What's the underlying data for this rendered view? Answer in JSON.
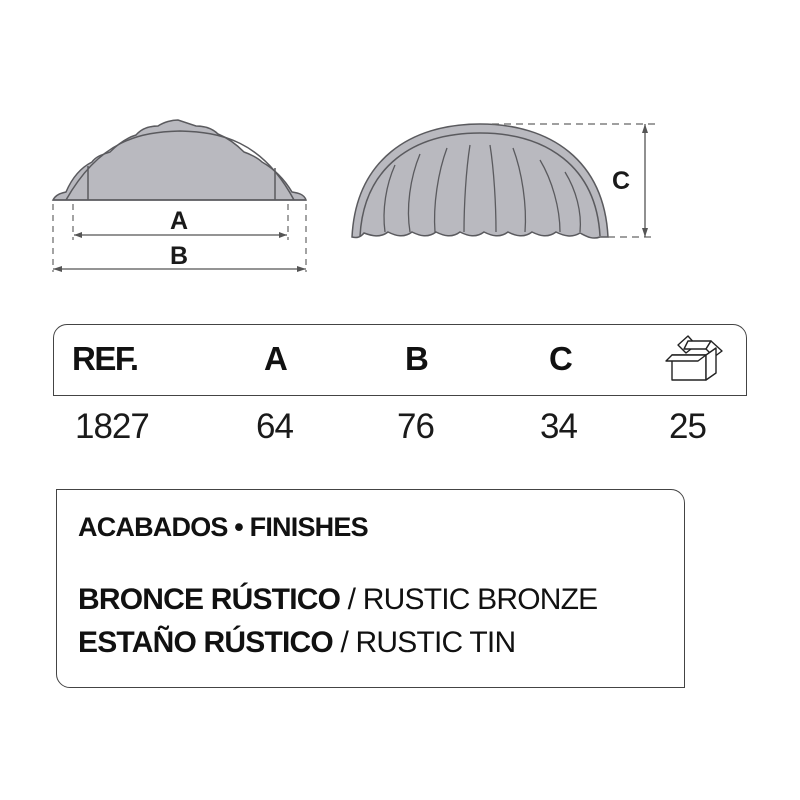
{
  "diagram": {
    "front_view": {
      "dimension_labels": {
        "a": "A",
        "b": "B"
      }
    },
    "side_view": {
      "dimension_labels": {
        "c": "C"
      }
    },
    "colors": {
      "fill": "#b9b9bf",
      "outline": "#5a5a5e",
      "dimension_line": "#555555",
      "text": "#1a1a1a"
    }
  },
  "ref_table": {
    "headers": {
      "ref": "REF.",
      "a": "A",
      "b": "B",
      "c": "C",
      "box_icon": "box-open-icon"
    },
    "row": {
      "ref": "1827",
      "a": "64",
      "b": "76",
      "c": "34",
      "box_qty": "25"
    }
  },
  "finishes": {
    "title": "ACABADOS • FINISHES",
    "items": [
      {
        "es": "BRONCE RÚSTICO",
        "separator": " / ",
        "en": "RUSTIC BRONZE"
      },
      {
        "es": "ESTAÑO RÚSTICO",
        "separator": " / ",
        "en": "RUSTIC TIN"
      }
    ]
  }
}
